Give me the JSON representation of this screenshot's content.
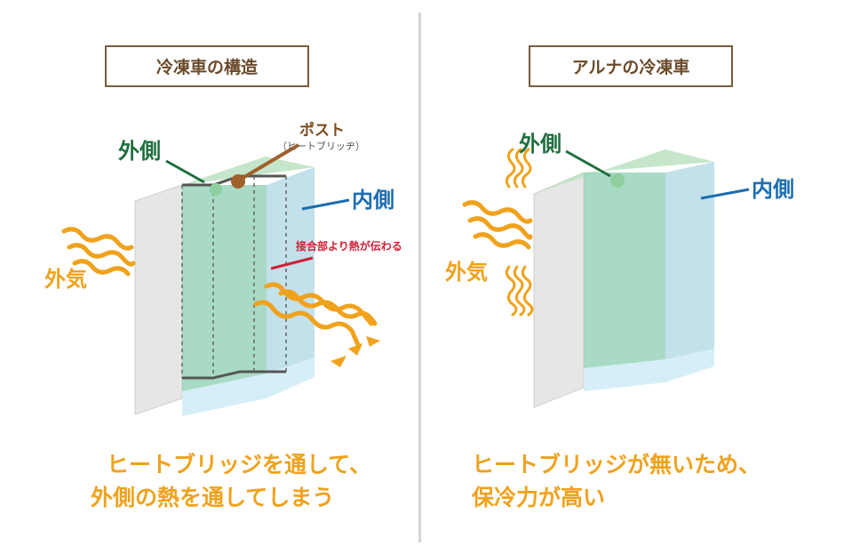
{
  "left": {
    "title": "冷凍車の構造",
    "label_outside": "外側",
    "label_post": "ポスト",
    "label_post_sub": "（ヒートブリッヂ）",
    "label_inside": "内側",
    "label_joint": "接合部より熱が伝わる",
    "label_outer_air": "外気",
    "caption_line1": "ヒートブリッジを通して、",
    "caption_line2": "外側の熱を通してしまう"
  },
  "right": {
    "title": "アルナの冷凍車",
    "label_outside": "外側",
    "label_inside": "内側",
    "label_outer_air": "外気",
    "caption_line1": "ヒートブリッジが無いため、",
    "caption_line2": "保冷力が高い"
  },
  "colors": {
    "title_border": "#7b5b3a",
    "caption": "#f0a21c",
    "outside_label": "#1e6e3e",
    "inside_label": "#1b6db0",
    "heat_waves": "#f0a21c",
    "joint_label": "#d01f36",
    "post": "#a0602a"
  }
}
